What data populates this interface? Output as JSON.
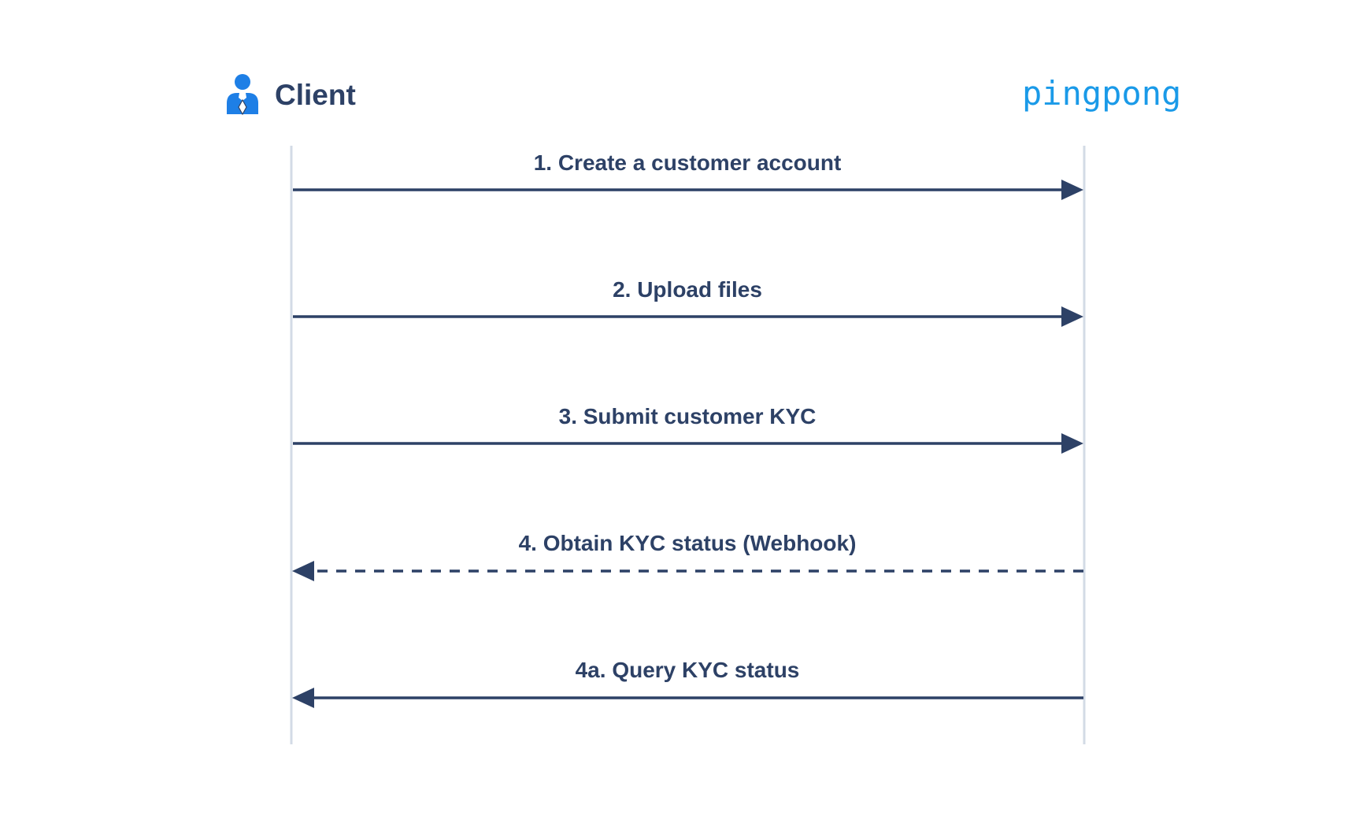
{
  "participants": {
    "client": {
      "label": "Client",
      "icon": "user-with-tie-icon",
      "icon_color": "#1e7fe6"
    },
    "server": {
      "brand": "pingpong",
      "brand_color": "#1a9ae8"
    }
  },
  "messages": [
    {
      "label": "1. Create a customer account",
      "direction": "client-to-server",
      "style": "solid"
    },
    {
      "label": "2. Upload files",
      "direction": "client-to-server",
      "style": "solid"
    },
    {
      "label": "3. Submit customer KYC",
      "direction": "client-to-server",
      "style": "solid"
    },
    {
      "label": "4. Obtain KYC status (Webhook)",
      "direction": "server-to-client",
      "style": "dashed"
    },
    {
      "label": "4a. Query KYC status",
      "direction": "server-to-client",
      "style": "solid"
    }
  ],
  "colors": {
    "arrow": "#2d4166",
    "lifeline": "#d3dbe6",
    "text": "#2d4166"
  }
}
